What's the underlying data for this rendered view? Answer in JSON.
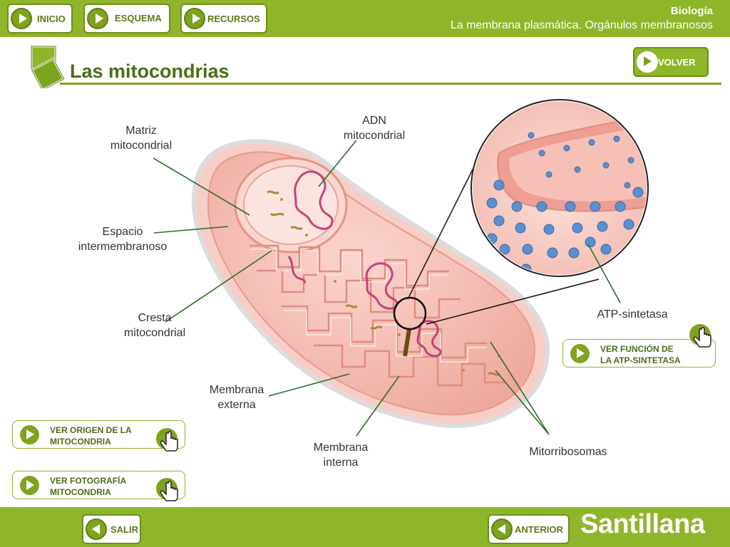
{
  "nav": {
    "inicio": "INICIO",
    "esquema": "ESQUEMA",
    "recursos": "RECURSOS"
  },
  "header": {
    "subject": "Biología",
    "topic": "La membrana plasmática. Orgánulos membranosos"
  },
  "page_title": "Las mitocondrias",
  "volver_label": "VOLVER",
  "diagram": {
    "labels": {
      "matriz": [
        "Matriz",
        "mitocondrial"
      ],
      "adn": [
        "ADN",
        "mitocondrial"
      ],
      "espacio": [
        "Espacio",
        "intermembranoso"
      ],
      "cresta": [
        "Cresta",
        "mitocondrial"
      ],
      "externa": [
        "Membrana",
        "externa"
      ],
      "interna": [
        "Membrana",
        "interna"
      ],
      "mitorribosomas": "Mitorribosomas",
      "atp": "ATP-sintetasa"
    }
  },
  "buttons": {
    "funcion": [
      "VER FUNCIÓN DE",
      "LA ATP-SINTETASA"
    ],
    "origen": [
      "VER ORIGEN DE LA",
      "MITOCONDRIA"
    ],
    "foto": [
      "VER FOTOGRAFÍA",
      "MITOCONDRIA"
    ]
  },
  "footer": {
    "salir": "SALIR",
    "anterior": "ANTERIOR",
    "brand": "Santillana"
  },
  "colors": {
    "brand_green": "#8fb52a",
    "dark_green": "#4a6f18",
    "membrane_pink": "#f4b6ac",
    "dna_magenta": "#c8407a",
    "atp_blue": "#5b8fd0"
  }
}
